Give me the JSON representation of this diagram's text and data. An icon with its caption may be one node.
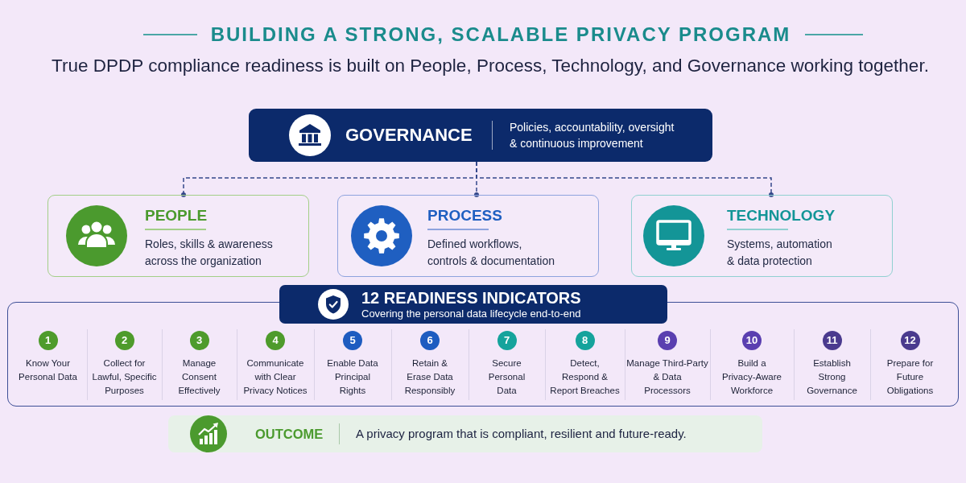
{
  "diagram": {
    "title": "BUILDING A STRONG, SCALABLE PRIVACY PROGRAM",
    "nodes": [
      {
        "text": [
          "GOVERNANCE",
          "Policies, accountability, oversight & continuous improvement"
        ]
      },
      {
        "text": [
          "PEOPLE",
          "Roles, skills & awareness across the organization"
        ]
      },
      {
        "text": [
          "PROCESS",
          "Defined workflows, controls & documentation"
        ]
      },
      {
        "text": [
          "TECHNOLOGY",
          "Systems, automation & data protection"
        ]
      },
      {
        "text": [
          "12 READINESS INDICATORS",
          "Covering the personal data lifecycle end-to-end"
        ]
      },
      {
        "text": [
          "1",
          "Know Your Personal Data"
        ],
        "in": 4
      },
      {
        "text": [
          "2",
          "Collect for Lawful, Specific Purposes"
        ],
        "in": 4
      },
      {
        "text": [
          "3",
          "Manage Consent Effectively"
        ],
        "in": 4
      },
      {
        "text": [
          "4",
          "Communicate with Clear Privacy Notices"
        ],
        "in": 4
      },
      {
        "text": [
          "5",
          "Enable Data Principal Rights"
        ],
        "in": 4
      },
      {
        "text": [
          "6",
          "Retain & Erase Data Responsibly"
        ],
        "in": 4
      },
      {
        "text": [
          "7",
          "Secure Personal Data"
        ],
        "in": 4
      },
      {
        "text": [
          "8",
          "Detect, Respond & Report Breaches"
        ],
        "in": 4
      },
      {
        "text": [
          "9",
          "Manage Third-Party & Data Processors"
        ],
        "in": 4
      },
      {
        "text": [
          "10",
          "Build a Privacy-Aware Workforce"
        ],
        "in": 4
      },
      {
        "text": [
          "11",
          "Establish Strong Governance"
        ],
        "in": 4
      },
      {
        "text": [
          "12",
          "Prepare for Future Obligations"
        ],
        "in": 4
      },
      {
        "text": [
          "OUTCOME",
          "A privacy program that is compliant, resilient and future-ready."
        ]
      }
    ],
    "edges": [
      {
        "from": 0,
        "to": 1,
        "arrow": "other",
        "style": "dashed"
      },
      {
        "from": 0,
        "to": 2,
        "arrow": "other",
        "style": "dashed"
      },
      {
        "from": 0,
        "to": 3,
        "arrow": "other",
        "style": "dashed"
      }
    ],
    "labels": [
      "True DPDP compliance readiness is built on People, Process, Technology, and Governance working together."
    ]
  }
}
